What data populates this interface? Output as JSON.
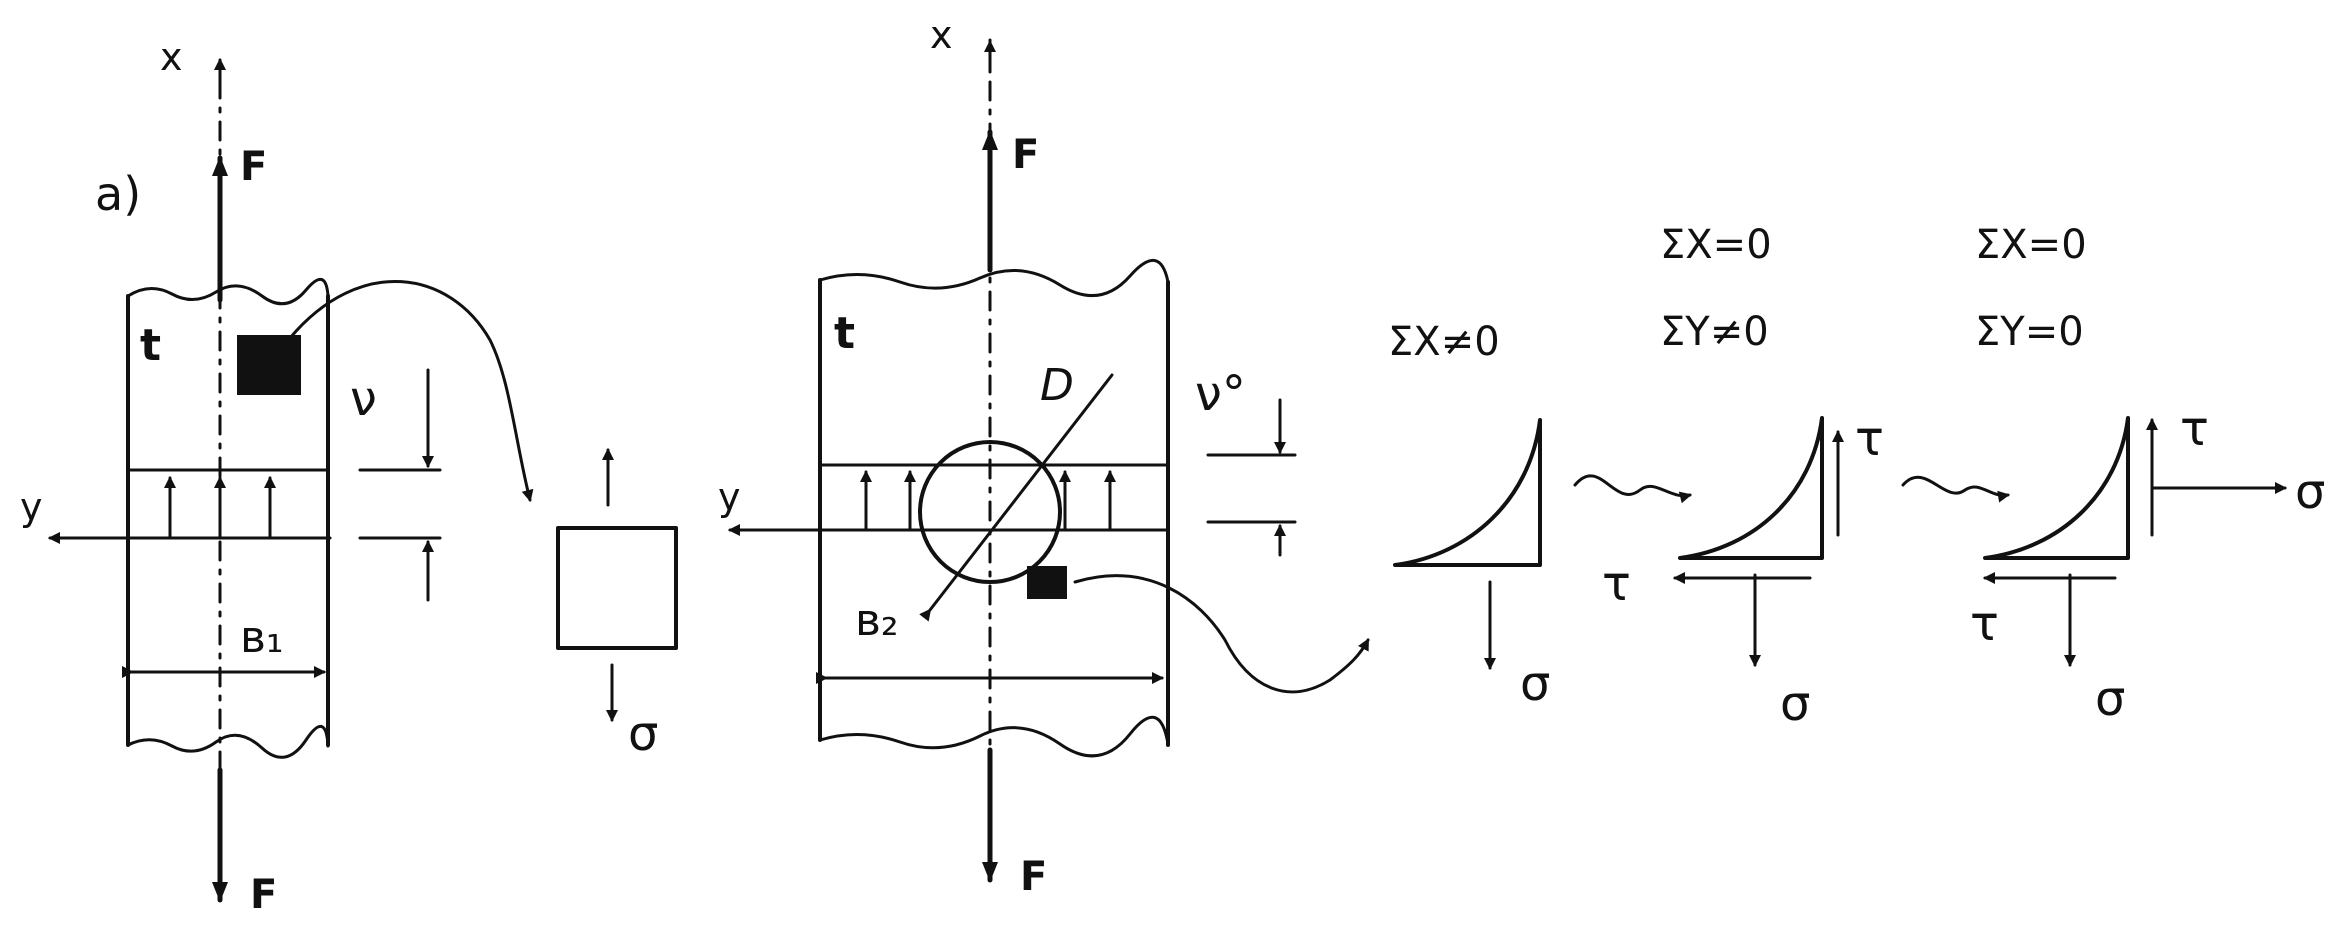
{
  "labels": {
    "axis_x": "x",
    "axis_y": "y",
    "force": "F",
    "case_a": "a)",
    "thickness": "t",
    "width_1": "в₁",
    "width_2": "в₂",
    "diameter": "D",
    "sigma": "σ",
    "tau": "τ",
    "nu": "ν",
    "nu_zero": "ν°"
  },
  "equations": {
    "state_1_sum_x": "ΣX≠0",
    "state_2_sum_x": "ΣX=0",
    "state_2_sum_y": "ΣY≠0",
    "state_3_sum_x": "ΣX=0",
    "state_3_sum_y": "ΣY=0"
  },
  "colors": {
    "ink": "#111111",
    "paper": "#ffffff"
  }
}
